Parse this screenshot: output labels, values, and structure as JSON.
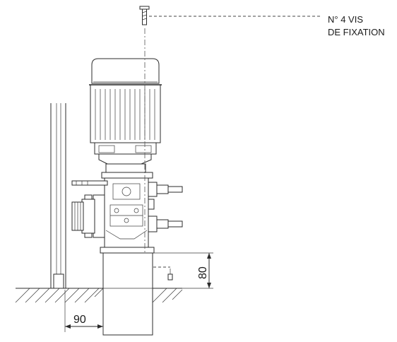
{
  "labels": {
    "screw_note_line1": "N° 4 VIS",
    "screw_note_line2": "DE FIXATION",
    "dim_height": "80",
    "dim_width": "90"
  }
}
